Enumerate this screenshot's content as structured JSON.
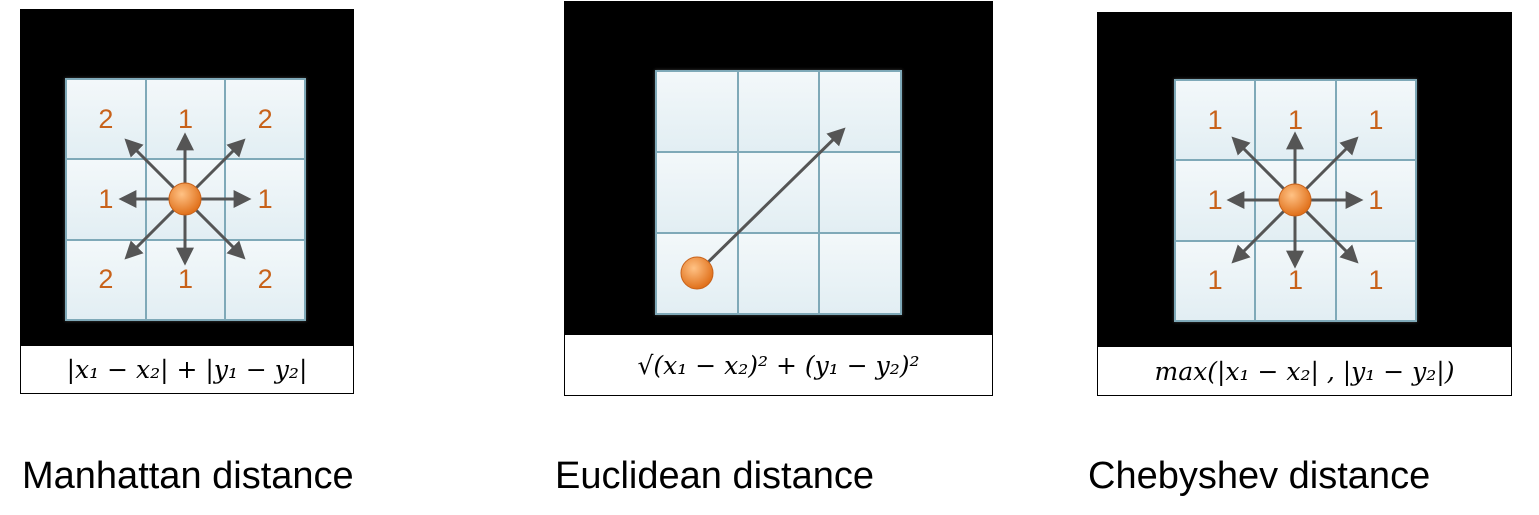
{
  "manhattan": {
    "caption": "Manhattan distance",
    "formula": "|x₁ − x₂| + |y₁ − y₂|",
    "cells": [
      "2",
      "1",
      "2",
      "1",
      "",
      "1",
      "2",
      "1",
      "2"
    ]
  },
  "euclidean": {
    "caption": "Euclidean distance",
    "formula": "√(x₁ − x₂)² + (y₁ − y₂)²"
  },
  "chebyshev": {
    "caption": "Chebyshev distance",
    "formula": "max(|x₁ − x₂| , |y₁ − y₂|)",
    "cells": [
      "1",
      "1",
      "1",
      "1",
      "",
      "1",
      "1",
      "1",
      "1"
    ]
  },
  "colors": {
    "grid_line": "#7fa9b8",
    "cell_fill": "#e8f2f6",
    "number": "#c8621a",
    "dot": "#f08a2a",
    "arrow": "#555555"
  }
}
